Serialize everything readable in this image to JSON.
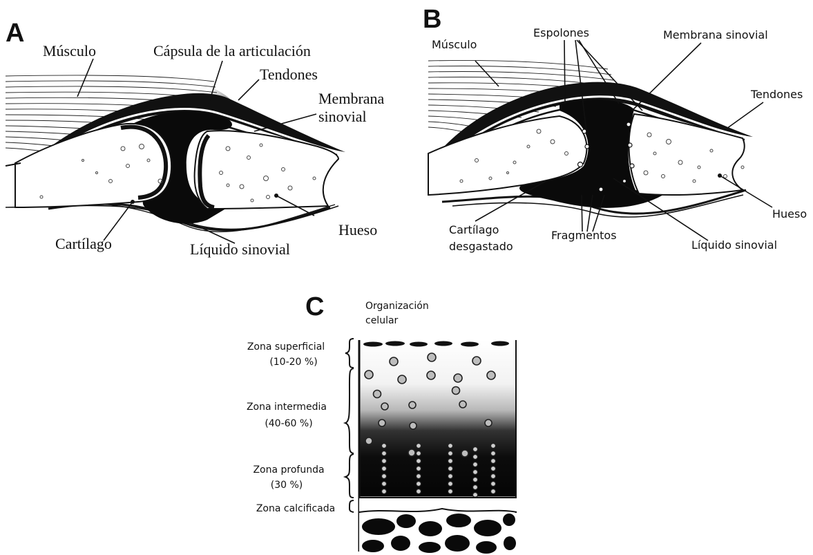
{
  "panel_a": {
    "letter": "A",
    "labels": {
      "musculo": "Músculo",
      "capsula": "Cápsula de la articulación",
      "tendones": "Tendones",
      "membrana_1": "Membrana",
      "membrana_2": "sinovial",
      "hueso": "Hueso",
      "cartilago": "Cartílago",
      "liquido": "Líquido sinovial"
    }
  },
  "panel_b": {
    "letter": "B",
    "labels": {
      "espolones": "Espolones",
      "membrana": "Membrana sinovial",
      "musculo": "Músculo",
      "tendones": "Tendones",
      "hueso": "Hueso",
      "cartilago_1": "Cartílago",
      "cartilago_2": "desgastado",
      "fragmentos": "Fragmentos",
      "liquido": "Líquido sinovial"
    }
  },
  "panel_c": {
    "letter": "C",
    "header_1": "Organización",
    "header_2": "celular",
    "zones": [
      {
        "name": "Zona superficial",
        "pct": "(10-20 %)"
      },
      {
        "name": "Zona intermedia",
        "pct": "(40-60 %)"
      },
      {
        "name": "Zona profunda",
        "pct": "(30 %)"
      },
      {
        "name": "Zona calcificada",
        "pct": ""
      }
    ]
  }
}
